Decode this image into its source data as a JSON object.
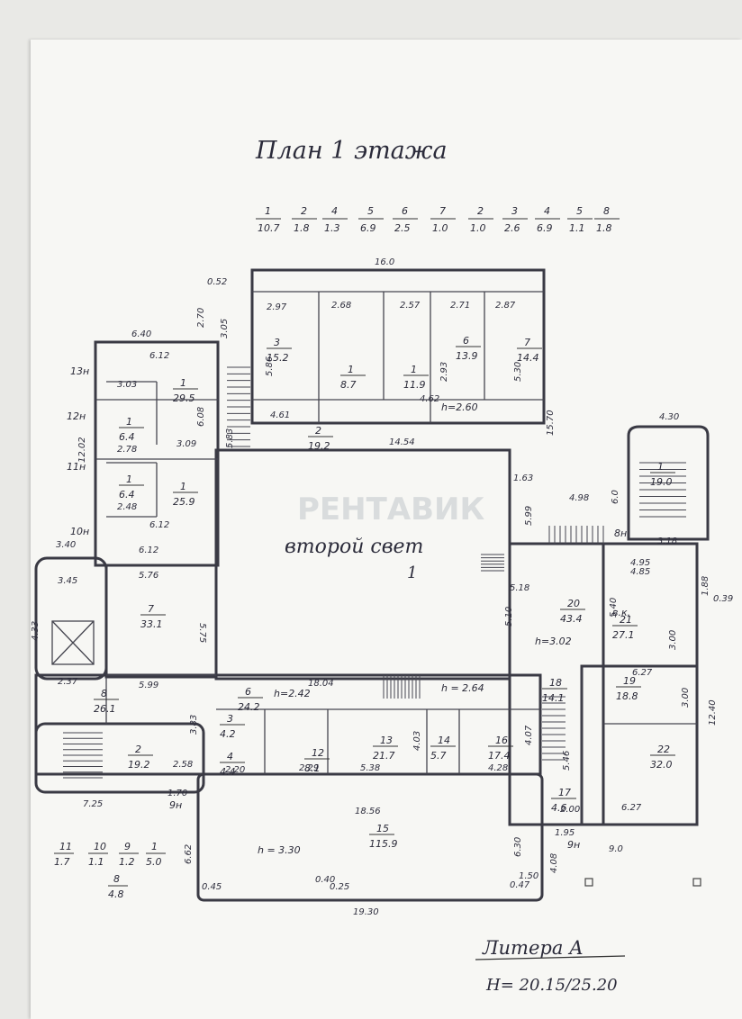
{
  "title": "План 1 этажа",
  "legend_top": [
    {
      "n": "1",
      "v": "10.7"
    },
    {
      "n": "2",
      "v": "1.8"
    },
    {
      "n": "4",
      "v": "1.3"
    },
    {
      "n": "5",
      "v": "6.9"
    },
    {
      "n": "6",
      "v": "2.5"
    },
    {
      "n": "7",
      "v": "1.0"
    },
    {
      "n": "2",
      "v": "1.0"
    },
    {
      "n": "3",
      "v": "2.6"
    },
    {
      "n": "4",
      "v": "6.9"
    },
    {
      "n": "5",
      "v": "1.1"
    },
    {
      "n": "8",
      "v": "1.8"
    }
  ],
  "legend_bottom": [
    {
      "n": "11",
      "v": "1.7"
    },
    {
      "n": "10",
      "v": "1.1"
    },
    {
      "n": "9",
      "v": "1.2"
    },
    {
      "n": "1",
      "v": "5.0"
    },
    {
      "n": "8",
      "v": "4.8"
    }
  ],
  "center_label": "второй свет",
  "center_number": "1",
  "watermark": "РЕНТАВИК",
  "rooms": [
    {
      "n": "1",
      "a": "29.5"
    },
    {
      "n": "1",
      "a": "6.4"
    },
    {
      "n": "1",
      "a": "6.4"
    },
    {
      "n": "1",
      "a": "25.9"
    },
    {
      "n": "3",
      "a": "15.2"
    },
    {
      "n": "1",
      "a": "8.7"
    },
    {
      "n": "1",
      "a": "11.9"
    },
    {
      "n": "6",
      "a": "13.9"
    },
    {
      "n": "7",
      "a": "14.4"
    },
    {
      "n": "2",
      "a": "19.2"
    },
    {
      "n": "7",
      "a": "33.1"
    },
    {
      "n": "8",
      "a": "26.1"
    },
    {
      "n": "2",
      "a": "19.2"
    },
    {
      "n": "6",
      "a": "24.2"
    },
    {
      "n": "13",
      "a": "21.7"
    },
    {
      "n": "14",
      "a": "5.7"
    },
    {
      "n": "16",
      "a": "17.4"
    },
    {
      "n": "12",
      "a": "8.1"
    },
    {
      "n": "3",
      "a": "4.2"
    },
    {
      "n": "4",
      "a": "4.4"
    },
    {
      "n": "15",
      "a": "115.9"
    },
    {
      "n": "20",
      "a": "43.4"
    },
    {
      "n": "21",
      "a": "27.1"
    },
    {
      "n": "19",
      "a": "18.8"
    },
    {
      "n": "22",
      "a": "32.0"
    },
    {
      "n": "18",
      "a": "14.1"
    },
    {
      "n": "17",
      "a": "4.6"
    },
    {
      "n": "1",
      "a": "19.0"
    }
  ],
  "heights": [
    "h=3.02",
    "h=2.42",
    "h = 2.64",
    "h = 3.30",
    "h=2.60"
  ],
  "dims": {
    "d1": "16.0",
    "d2": "6.40",
    "d3": "6.12",
    "d4": "3.03",
    "d5": "3.09",
    "d6": "2.78",
    "d7": "2.48",
    "d8": "12.02",
    "d9": "6.12",
    "d10": "5.76",
    "d11": "5.75",
    "d12": "5.99",
    "d13": "18.04",
    "d14": "14.54",
    "d15": "15.70",
    "d16": "4.30",
    "d17": "4.98",
    "d18": "5.18",
    "d19": "5.10",
    "d20": "4.85",
    "d21": "6.27",
    "d22": "6.27",
    "d23": "12.40",
    "d24": "18.56",
    "d25": "19.30",
    "d26": "7.25",
    "d27": "9.0",
    "d28": "6.30",
    "d29": "6.62",
    "d30": "5.38",
    "d31": "4.28",
    "d32": "4.03",
    "d33": "1.63",
    "d34": "5.99",
    "d35": "3.18",
    "d36": "4.95",
    "d37": "5.40",
    "d38": "3.00",
    "d39": "3.00",
    "d40": "4.07",
    "d41": "4.33",
    "d42": "2.37",
    "d43": "3.45",
    "d44": "2.97",
    "d45": "2.68",
    "d46": "2.57",
    "d47": "2.71",
    "d48": "2.87",
    "d49": "5.86",
    "d50": "5.30",
    "d51": "2.93",
    "d52": "4.61",
    "d53": "4.62",
    "d54": "6.08",
    "d55": "3.40",
    "d56": "2.58",
    "d57": "2.29",
    "d58": "2.20",
    "d59": "0.52",
    "d60": "2.70",
    "d61": "3.05",
    "d62": "5.83",
    "d63": "6.12",
    "d64": "1.70",
    "d65": "1.95",
    "d66": "4.08",
    "d67": "0.45",
    "d68": "0.25",
    "d69": "0.40",
    "d70": "1.50",
    "d71": "0.47",
    "d72": "3.83",
    "d73": "0.39",
    "d74": "1.88",
    "d75": "6.0",
    "d76": "5.46",
    "d77": "2.00"
  },
  "stair_labels": [
    "13н",
    "12н",
    "11н",
    "10н",
    "9н",
    "9н",
    "8н",
    "в.к."
  ],
  "signature": {
    "line1": "Литера А",
    "line2": "Н= 20.15/25.20"
  }
}
